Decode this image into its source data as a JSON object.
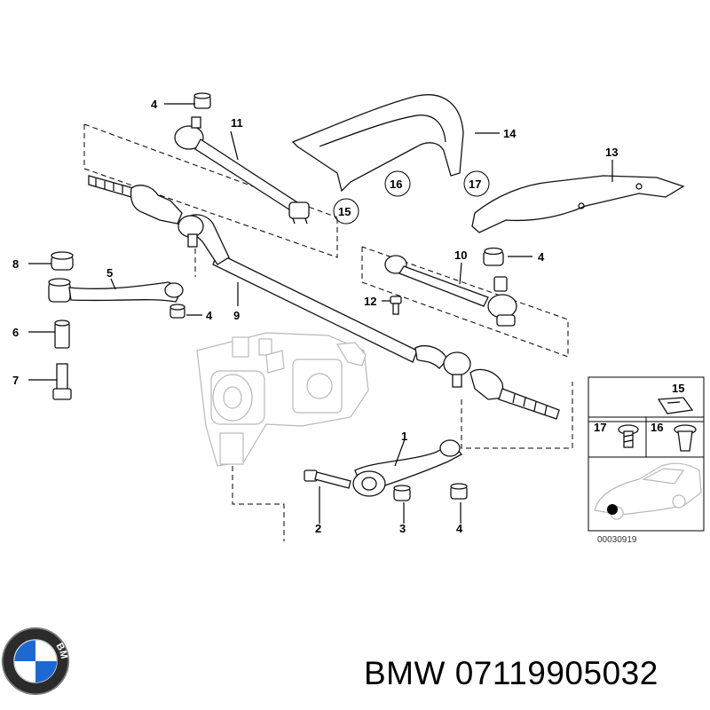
{
  "callouts": {
    "c1": "1",
    "c2": "2",
    "c3": "3",
    "c4a": "4",
    "c4b": "4",
    "c4c": "4",
    "c4d": "4",
    "c5": "5",
    "c6": "6",
    "c7": "7",
    "c8": "8",
    "c9": "9",
    "c10": "10",
    "c11": "11",
    "c12": "12",
    "c13": "13",
    "c14": "14",
    "c15": "15",
    "c16": "16",
    "c17": "17"
  },
  "inset": {
    "label15": "15",
    "label17": "17",
    "label16": "16",
    "code": "00030919"
  },
  "logo": {
    "letters": "BMW"
  },
  "brand": {
    "text": "BMW 07119905032"
  },
  "colors": {
    "logo_blue": "#1c69d4",
    "line": "#000000",
    "ghost": "#b9b9b9"
  }
}
